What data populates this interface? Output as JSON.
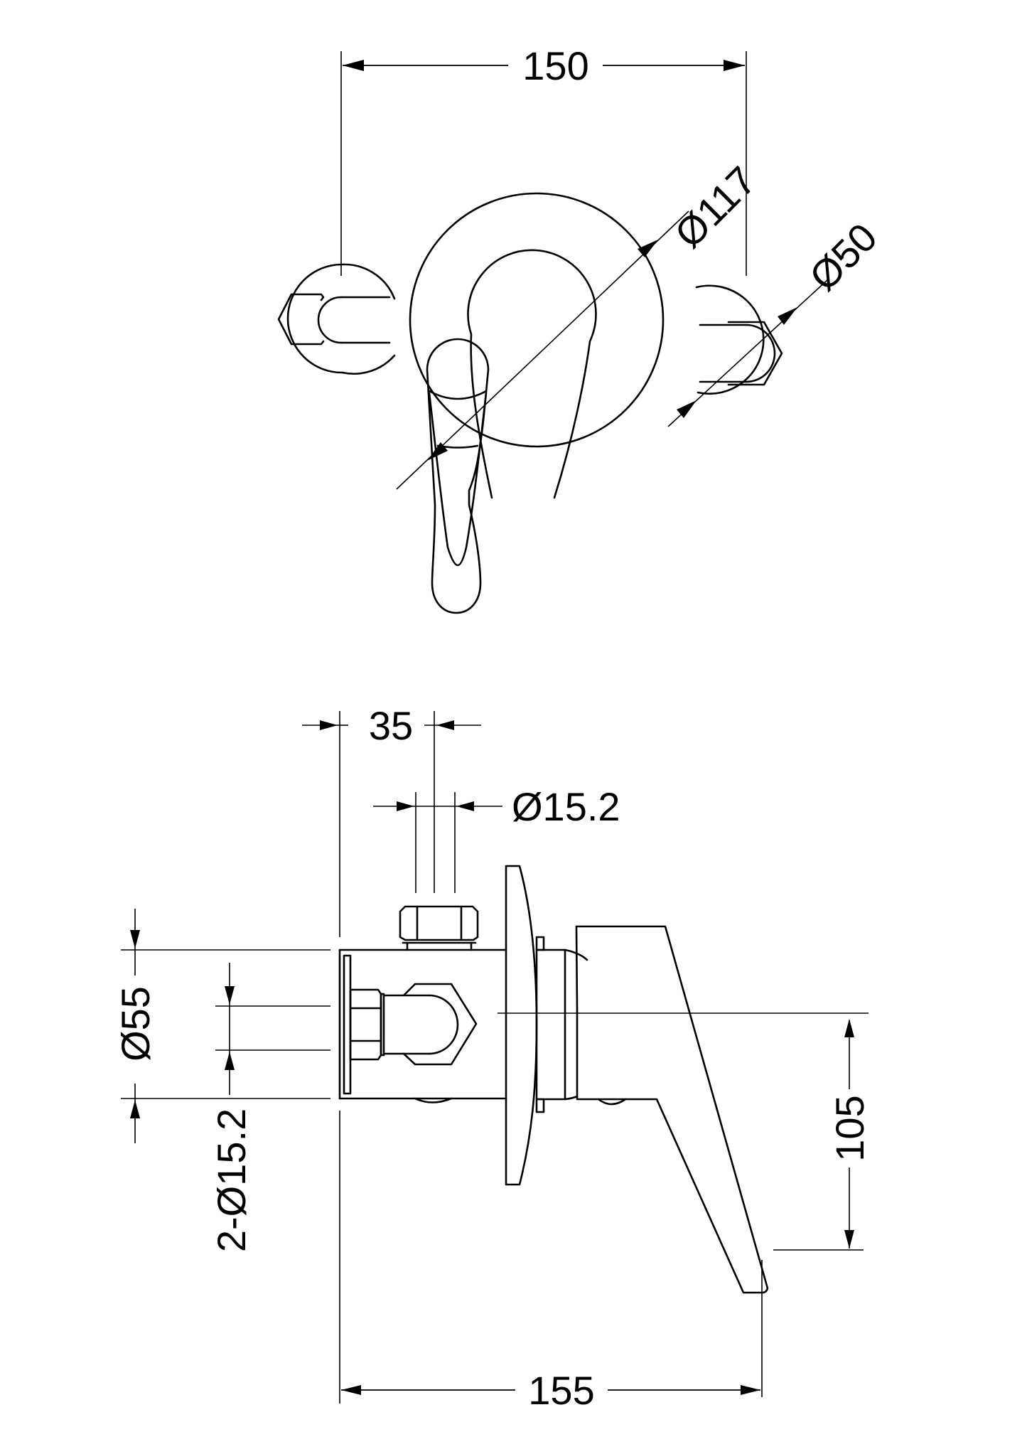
{
  "drawing": {
    "title": "Concealed shower valve — technical dimension drawing",
    "units": "mm",
    "colors": {
      "line": "#000000",
      "background": "#ffffff"
    },
    "front_view": {
      "dimensions": {
        "overall_width": "150",
        "backplate_diameter": "Ø117",
        "inlet_cover_diameter": "Ø50"
      }
    },
    "side_view": {
      "dimensions": {
        "inlet_offset": "35",
        "outlet_diameter": "Ø15.2",
        "body_diameter": "Ø55",
        "inlet_diameter": "2-Ø15.2",
        "handle_drop": "105",
        "overall_depth": "155"
      }
    }
  }
}
